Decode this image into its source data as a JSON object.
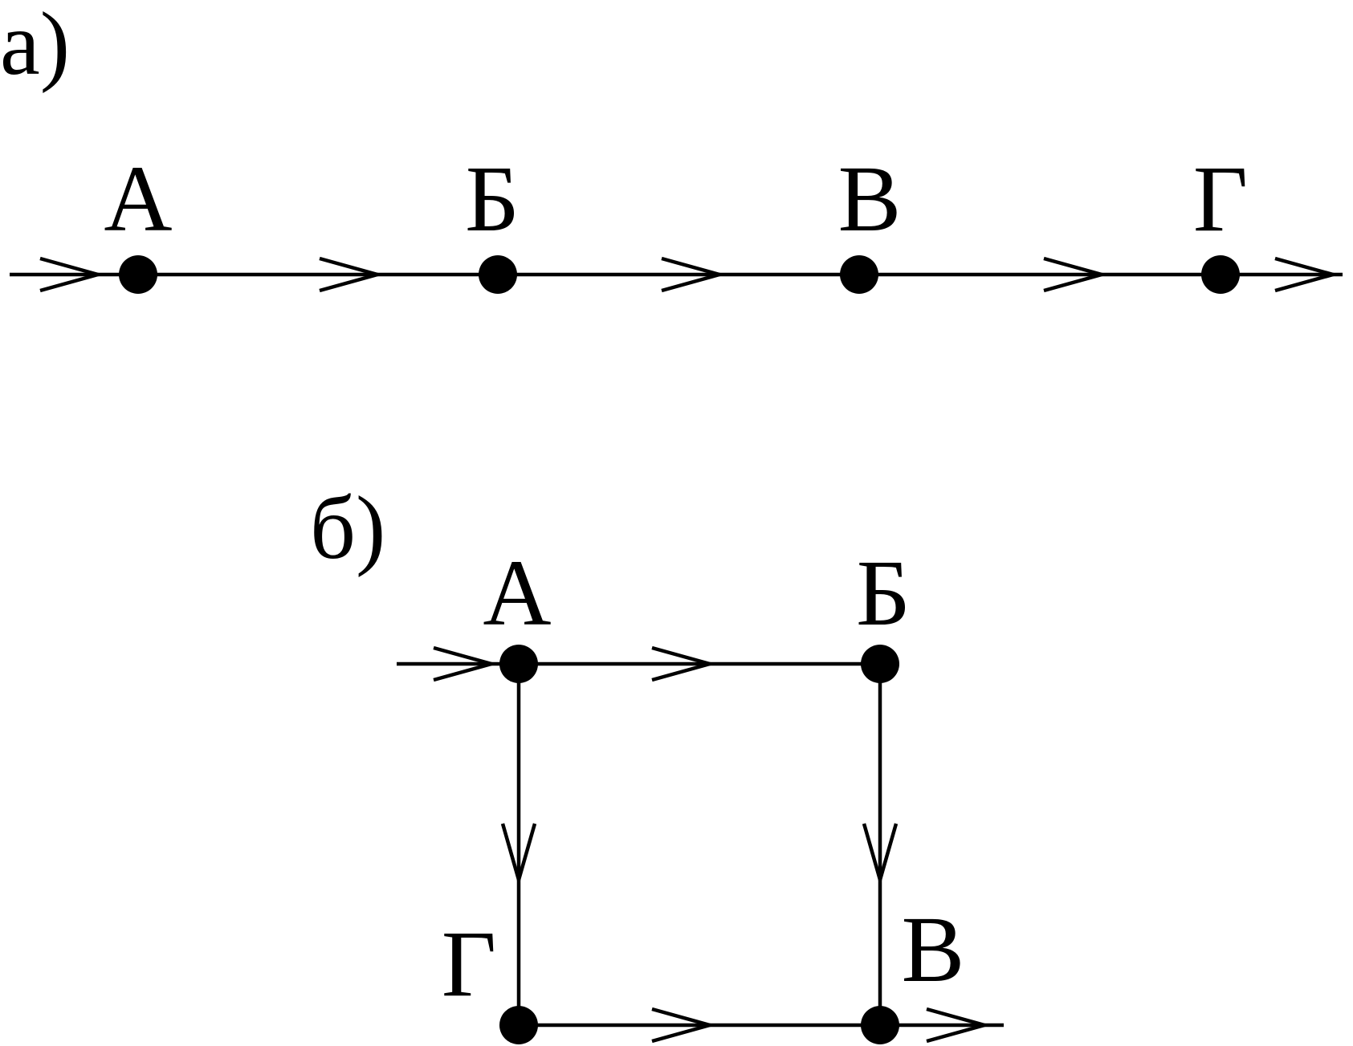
{
  "diagram_a": {
    "panel_label": "а)",
    "nodes": [
      {
        "id": "A",
        "label": "А"
      },
      {
        "id": "B",
        "label": "Б"
      },
      {
        "id": "V",
        "label": "В"
      },
      {
        "id": "G",
        "label": "Г"
      }
    ]
  },
  "diagram_b": {
    "panel_label": "б)",
    "nodes": [
      {
        "id": "A",
        "label": "А"
      },
      {
        "id": "B",
        "label": "Б"
      },
      {
        "id": "V",
        "label": "В"
      },
      {
        "id": "G",
        "label": "Г"
      }
    ]
  },
  "colors": {
    "line": "#000000",
    "node": "#000000",
    "background": "#ffffff"
  }
}
